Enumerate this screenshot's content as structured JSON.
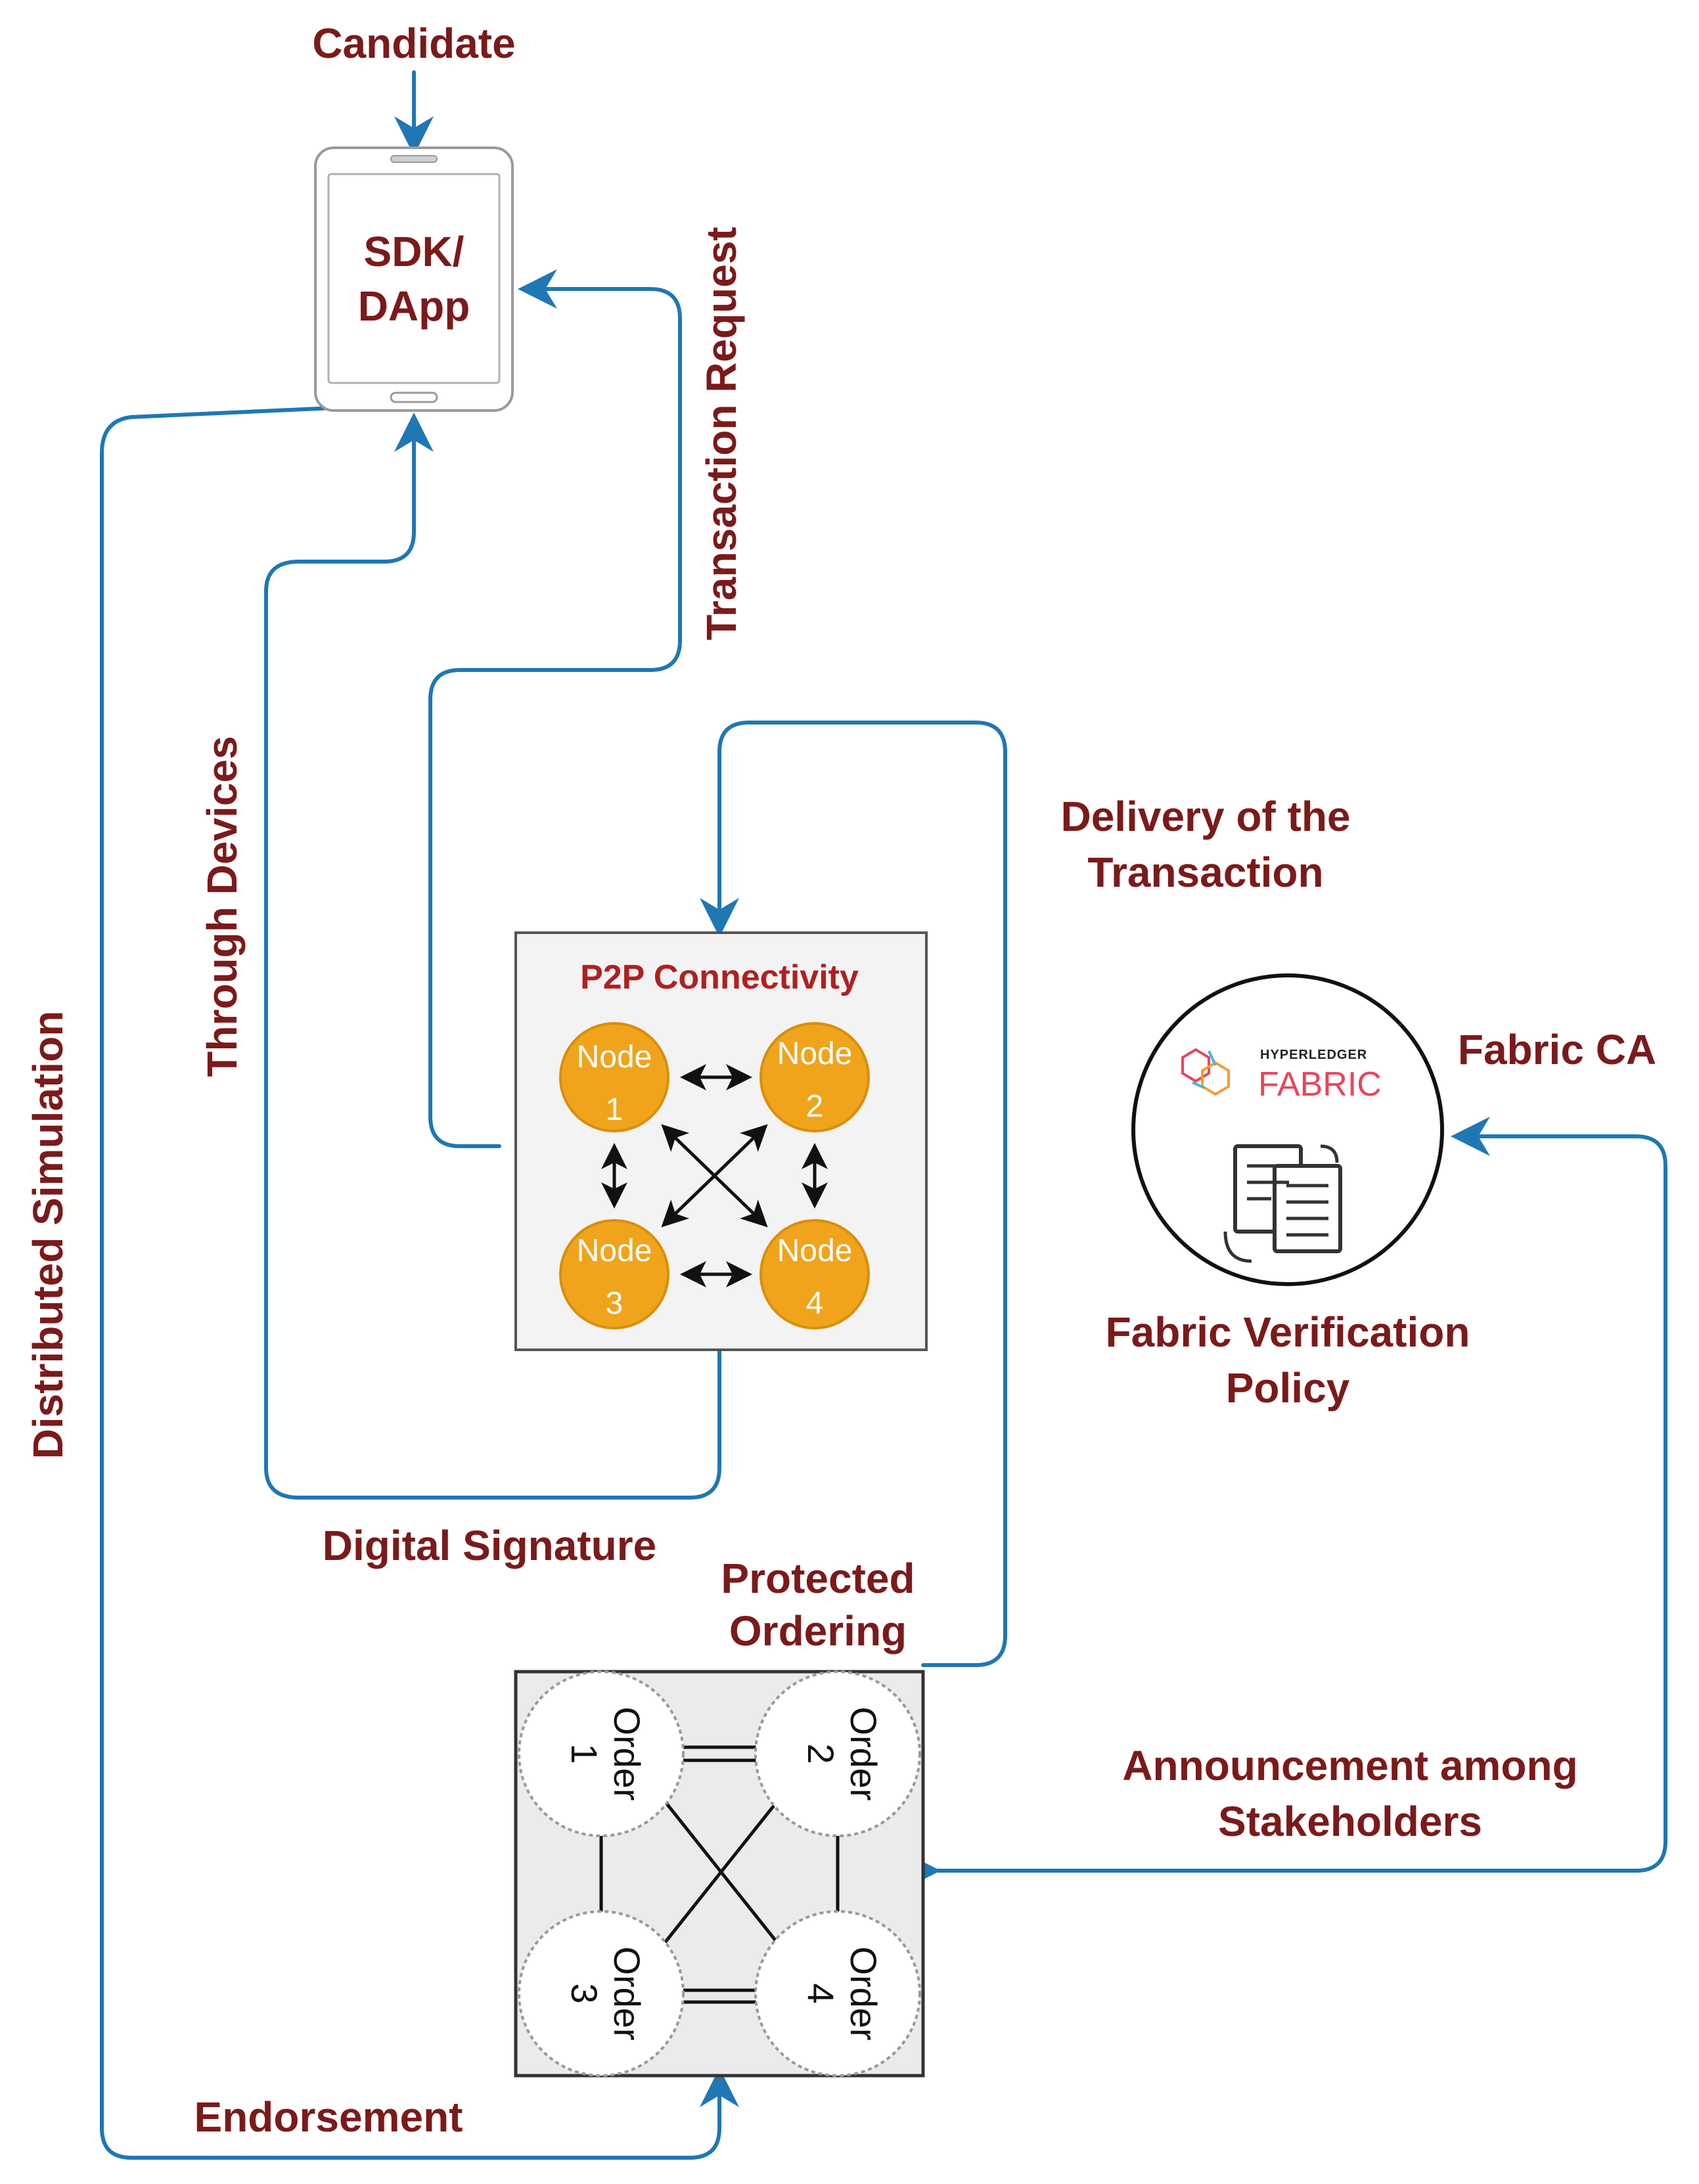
{
  "labels": {
    "candidate": "Candidate",
    "sdk_line1": "SDK/",
    "sdk_line2": "DApp",
    "transaction_request": "Transaction Request",
    "through_devices": "Through Devices",
    "distributed_simulation": "Distributed Simulation",
    "delivery_line1": "Delivery of the",
    "delivery_line2": "Transaction",
    "p2p_title": "P2P Connectivity",
    "fabric_ca": "Fabric CA",
    "hyperledger": "HYPERLEDGER",
    "fabric_logo": "FABRIC",
    "verification_line1": "Fabric Verification",
    "verification_line2": "Policy",
    "digital_signature": "Digital Signature",
    "protected_line1": "Protected",
    "protected_line2": "Ordering",
    "announcement_line1": "Announcement among",
    "announcement_line2": "Stakeholders",
    "endorsement": "Endorsement"
  },
  "nodes": [
    {
      "label": "Node",
      "num": "1"
    },
    {
      "label": "Node",
      "num": "2"
    },
    {
      "label": "Node",
      "num": "3"
    },
    {
      "label": "Node",
      "num": "4"
    }
  ],
  "orders": [
    {
      "label": "Order",
      "num": "1"
    },
    {
      "label": "Order",
      "num": "2"
    },
    {
      "label": "Order",
      "num": "3"
    },
    {
      "label": "Order",
      "num": "4"
    }
  ],
  "colors": {
    "label_text": "#7b1a1a",
    "arrow_blue": "#1f77b4",
    "node_fill": "#f0a41c",
    "node_stroke": "#d98e0c",
    "box_fill": "#f3f3f3",
    "box_stroke": "#555555"
  }
}
